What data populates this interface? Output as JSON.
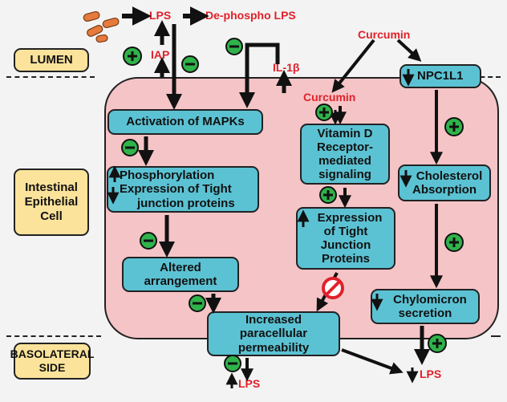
{
  "regions": {
    "lumen": "LUMEN",
    "epithelial_cell": "Intestinal\nEpithelial\nCell",
    "basolateral": "BASOLATERAL\nSIDE"
  },
  "molecules": {
    "lps_top": "LPS",
    "dephospho_lps": "De-phospho LPS",
    "iap": "IAP",
    "il1b": "IL-1β",
    "curcumin_top": "Curcumin",
    "curcumin_cell": "Curcumin",
    "lps_bottom_left": "LPS",
    "lps_bottom_right": "LPS"
  },
  "boxes": {
    "npc1l1": "NPC1L1",
    "mapk": "Activation of MAPKs",
    "phospho_line1": "Phosphorylation",
    "phospho_line2": "Expression of Tight",
    "phospho_line3": "junction proteins",
    "vitd": "Vitamin D\nReceptor-\nmediated\nsignaling",
    "cholesterol_line1": "Cholesterol",
    "cholesterol_line2": "Absorption",
    "expression_line1": "Expression",
    "expression_line2": "of Tight\nJunction\nProteins",
    "altered": "Altered\narrangement",
    "chylo_line1": "Chylomicron",
    "chylo_line2": "secretion",
    "paracellular": "Increased\nparacellular\npermeability"
  },
  "colors": {
    "cell_fill": "#f5c4c7",
    "box_fill": "#5bc2d3",
    "label_fill": "#fbe39b",
    "text_red": "#e0212a",
    "plus_green": "#2fb34a",
    "minus_green": "#2fb34a",
    "inhibit_red": "#e0212a",
    "bacteria_orange": "#e57a3c"
  },
  "icons": [
    "bacteria-icon",
    "plus-icon",
    "minus-icon",
    "up-arrow-icon",
    "down-arrow-icon",
    "inhibit-icon"
  ]
}
